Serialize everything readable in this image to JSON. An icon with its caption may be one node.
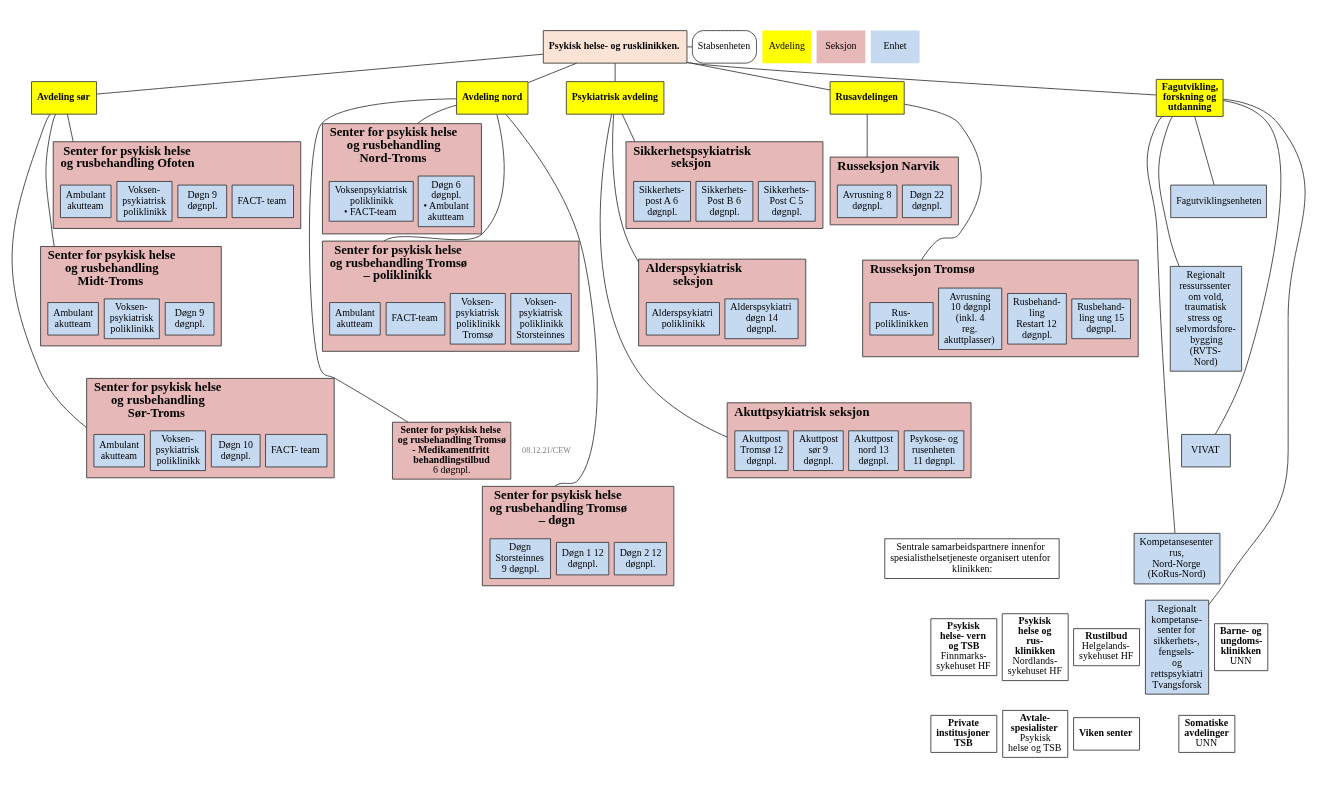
{
  "diagram": {
    "nodes": [
      {
        "text": [
          "Psykisk helse- og rusklinikken."
        ]
      },
      {
        "text": [
          "Stabsenheten"
        ]
      },
      {
        "text": [
          "Avdeling sør"
        ]
      },
      {
        "text": [
          "Avdeling nord"
        ]
      },
      {
        "text": [
          "Psykiatrisk avdeling"
        ]
      },
      {
        "text": [
          "Rusavdelingen"
        ]
      },
      {
        "text": [
          "Fagutvikling, forskning og utdanning"
        ]
      },
      {
        "text": [
          "Senter for psykisk helse og rusbehandling Ofoten"
        ]
      },
      {
        "text": [
          "Ambulant akutteam"
        ],
        "in": 7
      },
      {
        "text": [
          "Voksen- psykiatrisk poliklinikk"
        ],
        "in": 7
      },
      {
        "text": [
          "Døgn 9 døgnpl."
        ],
        "in": 7
      },
      {
        "text": [
          "FACT- team"
        ],
        "in": 7
      },
      {
        "text": [
          "Senter for psykisk helse og rusbehandling Midt-Troms"
        ]
      },
      {
        "text": [
          "Ambulant akutteam"
        ],
        "in": 12
      },
      {
        "text": [
          "Voksen- psykiatrisk poliklinikk"
        ],
        "in": 12
      },
      {
        "text": [
          "Døgn 9 døgnpl."
        ],
        "in": 12
      },
      {
        "text": [
          "Senter for psykisk helse og rusbehandling Sør-Troms"
        ]
      },
      {
        "text": [
          "Ambulant akutteam"
        ],
        "in": 16
      },
      {
        "text": [
          "Voksen- psykiatrisk poliklinikk"
        ],
        "in": 16
      },
      {
        "text": [
          "Døgn 10 døgnpl."
        ],
        "in": 16
      },
      {
        "text": [
          "FACT- team"
        ],
        "in": 16
      },
      {
        "text": [
          "Senter for psykisk helse og rusbehandling Nord-Troms"
        ]
      },
      {
        "text": [
          "Voksenpsykiatrisk poliklinikk",
          "• FACT-team"
        ],
        "in": 21
      },
      {
        "text": [
          "Døgn 6 døgnpl.",
          "• Ambulant akutteam"
        ],
        "in": 21
      },
      {
        "text": [
          "Senter for psykisk helse og rusbehandling Tromsø – poliklinikk"
        ]
      },
      {
        "text": [
          "Ambulant akutteam"
        ],
        "in": 24
      },
      {
        "text": [
          "FACT-team"
        ],
        "in": 24
      },
      {
        "text": [
          "Voksen- psykiatrisk poliklinikk Tromsø"
        ],
        "in": 24
      },
      {
        "text": [
          "Voksen- psykiatrisk poliklinikk Storsteinnes"
        ],
        "in": 24
      },
      {
        "text": [
          "Senter for psykisk helse og rusbehandling Tromsø - Medikamentfritt behandlingstilbud",
          "6 døgnpl."
        ]
      },
      {
        "text": [
          "Senter for psykisk helse og rusbehandling Tromsø – døgn"
        ]
      },
      {
        "text": [
          "Døgn Storsteinnes 9 døgnpl."
        ],
        "in": 30
      },
      {
        "text": [
          "Døgn 1 12 døgnpl."
        ],
        "in": 30
      },
      {
        "text": [
          "Døgn 2 12 døgnpl."
        ],
        "in": 30
      },
      {
        "text": [
          "Sikkerhetspsykiatrisk seksjon"
        ]
      },
      {
        "text": [
          "Sikkerhets- post A 6 døgnpl."
        ],
        "in": 34
      },
      {
        "text": [
          "Sikkerhets- Post B 6 døgnpl."
        ],
        "in": 34
      },
      {
        "text": [
          "Sikkerhets- Post C 5 døgnpl."
        ],
        "in": 34
      },
      {
        "text": [
          "Alderspsykiatrisk seksjon"
        ]
      },
      {
        "text": [
          "Alderspsykiatri poliklinikk"
        ],
        "in": 38
      },
      {
        "text": [
          "Alderspsykiatri døgn 14 døgnpl."
        ],
        "in": 38
      },
      {
        "text": [
          "Akuttpsykiatrisk seksjon"
        ]
      },
      {
        "text": [
          "Akuttpost Tromsø 12 døgnpl."
        ],
        "in": 41
      },
      {
        "text": [
          "Akuttpost sør 9 døgnpl."
        ],
        "in": 41
      },
      {
        "text": [
          "Akuttpost nord 13 døgnpl."
        ],
        "in": 41
      },
      {
        "text": [
          "Psykose- og rusenheten 11 døgnpl."
        ],
        "in": 41
      },
      {
        "text": [
          "Russeksjon Narvik"
        ]
      },
      {
        "text": [
          "Avrusning 8 døgnpl."
        ],
        "in": 46
      },
      {
        "text": [
          "Døgn 22 døgnpl."
        ],
        "in": 46
      },
      {
        "text": [
          "Russeksjon Tromsø"
        ]
      },
      {
        "text": [
          "Rus- poliklinikken"
        ],
        "in": 49
      },
      {
        "text": [
          "Avrusning 10 døgnpl (inkl. 4 reg. akuttplasser)"
        ],
        "in": 49
      },
      {
        "text": [
          "Rusbehand- ling Restart 12 døgnpl."
        ],
        "in": 49
      },
      {
        "text": [
          "Rusbehand- ling ung 15 døgnpl."
        ],
        "in": 49
      },
      {
        "text": [
          "Fagutviklingsenheten"
        ]
      },
      {
        "text": [
          "Regionalt ressurssenter om vold, traumatisk stress og selvmordsfore- bygging (RVTS- Nord)"
        ]
      },
      {
        "text": [
          "VIVAT"
        ]
      },
      {
        "text": [
          "Kompetansesenter rus, Nord-Norge (KoRus-Nord)"
        ]
      },
      {
        "text": [
          "Regionalt kompetanse- senter for sikkerhets-, fengsels- og rettspsykiatri",
          "Tvangsforsk"
        ]
      },
      {
        "text": [
          "Sentrale samarbeidspartnere innenfor spesialisthelsetjeneste organisert utenfor klinikken:"
        ]
      },
      {
        "text": [
          "Psykisk helse- vern og TSB",
          "Finnmarks- sykehuset HF"
        ]
      },
      {
        "text": [
          "Psykisk helse og rus- klinikken",
          "Nordlands- sykehuset HF"
        ]
      },
      {
        "text": [
          "Rustilbud",
          "Helgelands- sykehuset HF"
        ]
      },
      {
        "text": [
          "Barne- og ungdoms- klinikken",
          "UNN"
        ]
      },
      {
        "text": [
          "Private institusjoner TSB"
        ]
      },
      {
        "text": [
          "Avtale- spesialister",
          "Psykisk helse og TSB"
        ]
      },
      {
        "text": [
          "Viken senter"
        ]
      },
      {
        "text": [
          "Somatiske avdelinger",
          "UNN"
        ]
      }
    ],
    "edges": [
      {
        "from": 0,
        "to": 1,
        "arrow": "none"
      },
      {
        "from": 0,
        "to": 2,
        "arrow": "none"
      },
      {
        "from": 0,
        "to": 3,
        "arrow": "none"
      },
      {
        "from": 0,
        "to": 4,
        "arrow": "none"
      },
      {
        "from": 0,
        "to": 5,
        "arrow": "none"
      },
      {
        "from": 0,
        "to": 6,
        "arrow": "none"
      },
      {
        "from": 2,
        "to": 7,
        "arrow": "none"
      },
      {
        "from": 2,
        "to": 12,
        "arrow": "none"
      },
      {
        "from": 2,
        "to": 16,
        "arrow": "none"
      },
      {
        "from": 3,
        "to": 21,
        "arrow": "none"
      },
      {
        "from": 3,
        "to": 24,
        "arrow": "none"
      },
      {
        "from": 3,
        "to": 29,
        "arrow": "none"
      },
      {
        "from": 3,
        "to": 30,
        "arrow": "none"
      },
      {
        "from": 4,
        "to": 34,
        "arrow": "none"
      },
      {
        "from": 4,
        "to": 38,
        "arrow": "none"
      },
      {
        "from": 4,
        "to": 41,
        "arrow": "none"
      },
      {
        "from": 5,
        "to": 46,
        "arrow": "none"
      },
      {
        "from": 5,
        "to": 49,
        "arrow": "none"
      },
      {
        "from": 6,
        "to": 54,
        "arrow": "none"
      },
      {
        "from": 6,
        "to": 55,
        "arrow": "none"
      },
      {
        "from": 6,
        "to": 56,
        "arrow": "none"
      },
      {
        "from": 6,
        "to": 57,
        "arrow": "none"
      },
      {
        "from": 6,
        "to": 58,
        "arrow": "none"
      }
    ],
    "labels": [
      "08.12.21/CEW"
    ],
    "legend": [
      {
        "text": "Avdeling",
        "color": "#ffff00"
      },
      {
        "text": "Seksjon",
        "color": "#e6b8b7"
      },
      {
        "text": "Enhet",
        "color": "#c5d9f1"
      }
    ]
  }
}
